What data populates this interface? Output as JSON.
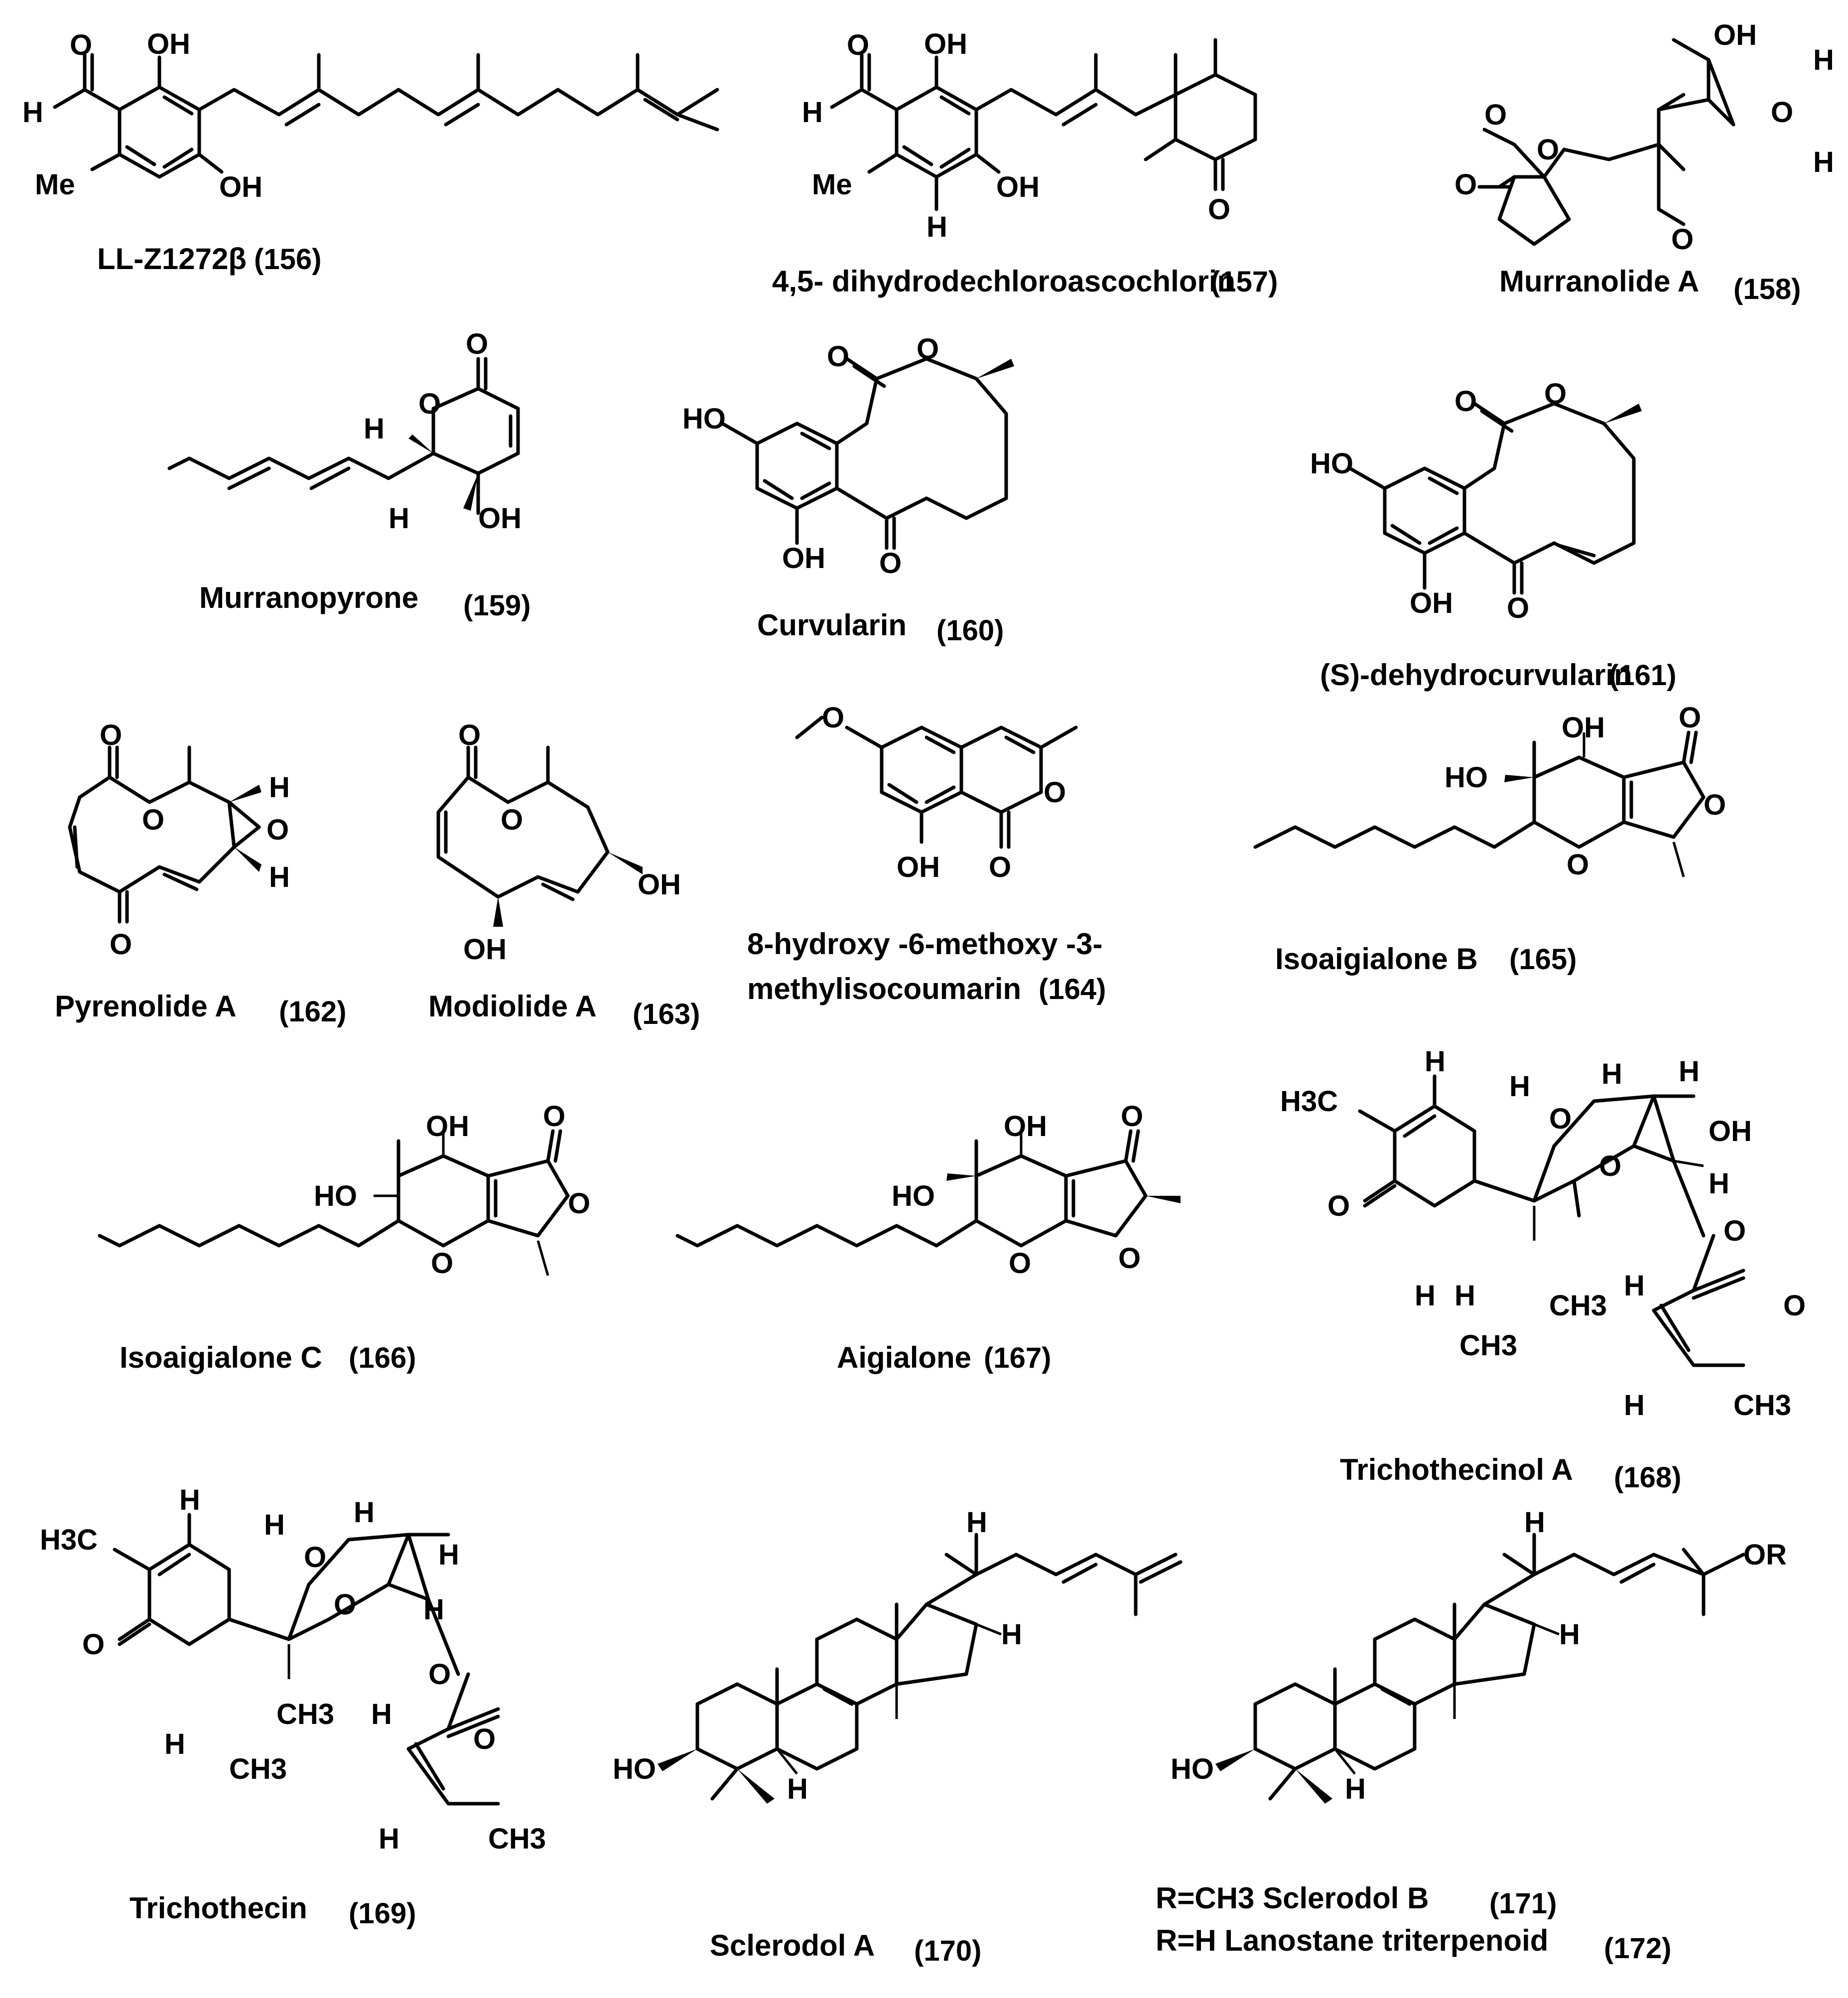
{
  "compounds": [
    {
      "name": "LL-Z1272β",
      "number": "(156)"
    },
    {
      "name": "4,5- dihydrodechloroascochlorin",
      "number": "(157)"
    },
    {
      "name": "Murranolide A",
      "number": "(158)"
    },
    {
      "name": "Murranopyrone",
      "number": "(159)"
    },
    {
      "name": "Curvularin",
      "number": "(160)"
    },
    {
      "name": "(S)-dehydrocurvularin",
      "number": "(161)"
    },
    {
      "name": "Pyrenolide A",
      "number": "(162)"
    },
    {
      "name": "Modiolide A",
      "number": "(163)"
    },
    {
      "name": "8-hydroxy -6-methoxy -3-",
      "name_line2": "methylisocoumarin",
      "number": "(164)"
    },
    {
      "name": "Isoaigialone B",
      "number": "(165)"
    },
    {
      "name": "Isoaigialone C",
      "number": "(166)"
    },
    {
      "name": "Aigialone",
      "number": "(167)"
    },
    {
      "name": "Trichothecinol A",
      "number": "(168)"
    },
    {
      "name": "Trichothecin",
      "number": "(169)"
    },
    {
      "name": "Sclerodol A",
      "number": "(170)"
    },
    {
      "name": "R=CH3 Sclerodol B",
      "number": "(171)",
      "name_line2": "R=H Lanostane triterpenoid",
      "number2": "(172)"
    }
  ],
  "atoms": {
    "O": "O",
    "OH": "OH",
    "HO": "HO",
    "H": "H",
    "Me": "Me",
    "OR": "OR",
    "H3C": "H3C",
    "CH3": "CH3"
  }
}
